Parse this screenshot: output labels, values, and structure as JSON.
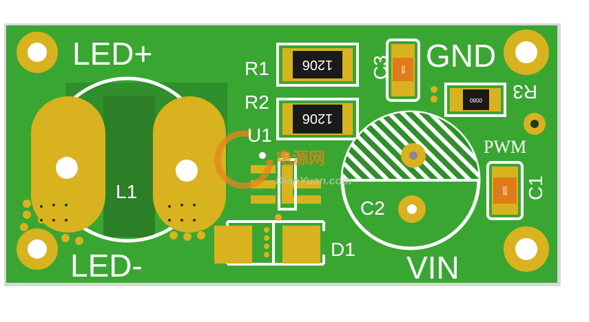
{
  "board": {
    "colors": {
      "background": "#ffffff",
      "board_edge": "#d8dcd8",
      "solder_mask": "#2f8f2a",
      "pour": "#3aa632",
      "copper": "#c8a018",
      "pad": "#d9b21f",
      "silkscreen": "#ffffff",
      "chip_body": "#1a1a1a",
      "cap_body": "#e07a1a"
    }
  },
  "labels": {
    "led_plus": "LED+",
    "led_minus": "LED-",
    "gnd": "GND",
    "vin": "VIN",
    "pwm": "PWM",
    "r1": "R1",
    "r2": "R2",
    "r3": "R3",
    "c1": "C1",
    "c2": "C2",
    "c3": "C3",
    "u1": "U1",
    "l1": "L1",
    "d1": "D1"
  },
  "component_markings": {
    "r1_body": "1206",
    "r2_body": "1206",
    "r3_body": "0080",
    "c1_body": "805",
    "c3_body": "805"
  },
  "watermark": {
    "title": "电源网",
    "url": "DianYuan.com"
  }
}
